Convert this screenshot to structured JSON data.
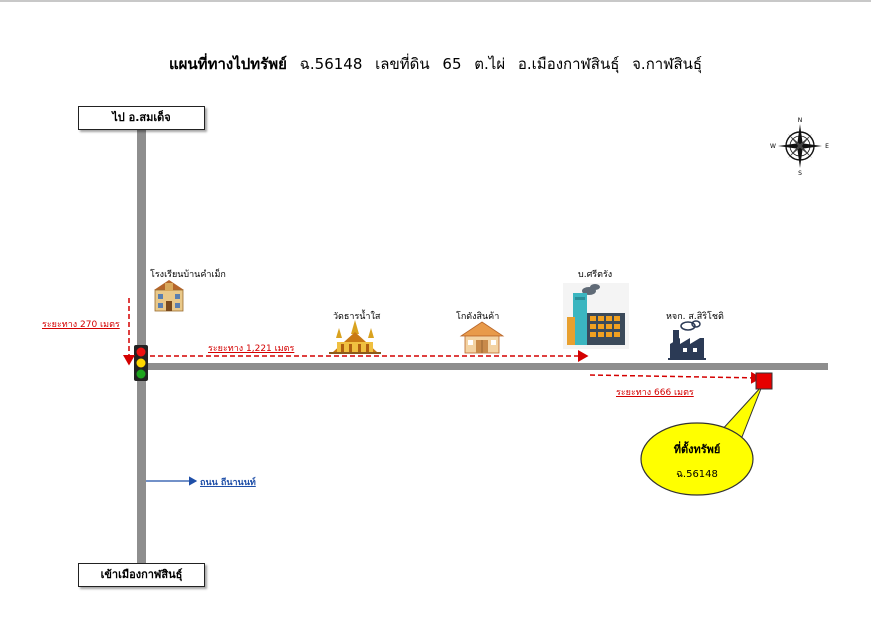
{
  "title": {
    "main": "แผนที่ทางไปทรัพย์",
    "deed": "ฉ.56148",
    "land_label": "เลขที่ดิน",
    "land_no": "65",
    "subdistrict": "ต.ไผ่",
    "district": "อ.เมืองกาฬสินธุ์",
    "province": "จ.กาฬสินธุ์"
  },
  "road_signs": {
    "north": "ไป อ.สมเด็จ",
    "south": "เข้าเมืองกาฬสินธุ์"
  },
  "compass": {
    "n": "N",
    "s": "S",
    "e": "E",
    "w": "W"
  },
  "landmarks": [
    {
      "label": "โรงเรียนบ้านคำเม็ก",
      "icon": "school-icon"
    },
    {
      "label": "วัดธารน้ำใส",
      "icon": "temple-icon"
    },
    {
      "label": "โกดังสินค้า",
      "icon": "warehouse-icon"
    },
    {
      "label": "บ.ศรีตรัง",
      "icon": "factory-icon"
    },
    {
      "label": "หจก. ส.สิริโชติ",
      "icon": "small-factory-icon"
    }
  ],
  "distances": {
    "d1": "ระยะทาง 270 เมตร",
    "d2": "ระยะทาง 1,221 เมตร",
    "d3": "ระยะทาง 666 เมตร"
  },
  "road_name": "ถนน ถีนานนท์",
  "property": {
    "label": "ที่ตั้งทรัพย์",
    "deed": "ฉ.56148",
    "marker_color": "#e60000",
    "bubble_color": "#ffff00"
  },
  "colors": {
    "road": "#8e8e8e",
    "distance": "#d40000",
    "road_name": "#1f4fa8"
  }
}
